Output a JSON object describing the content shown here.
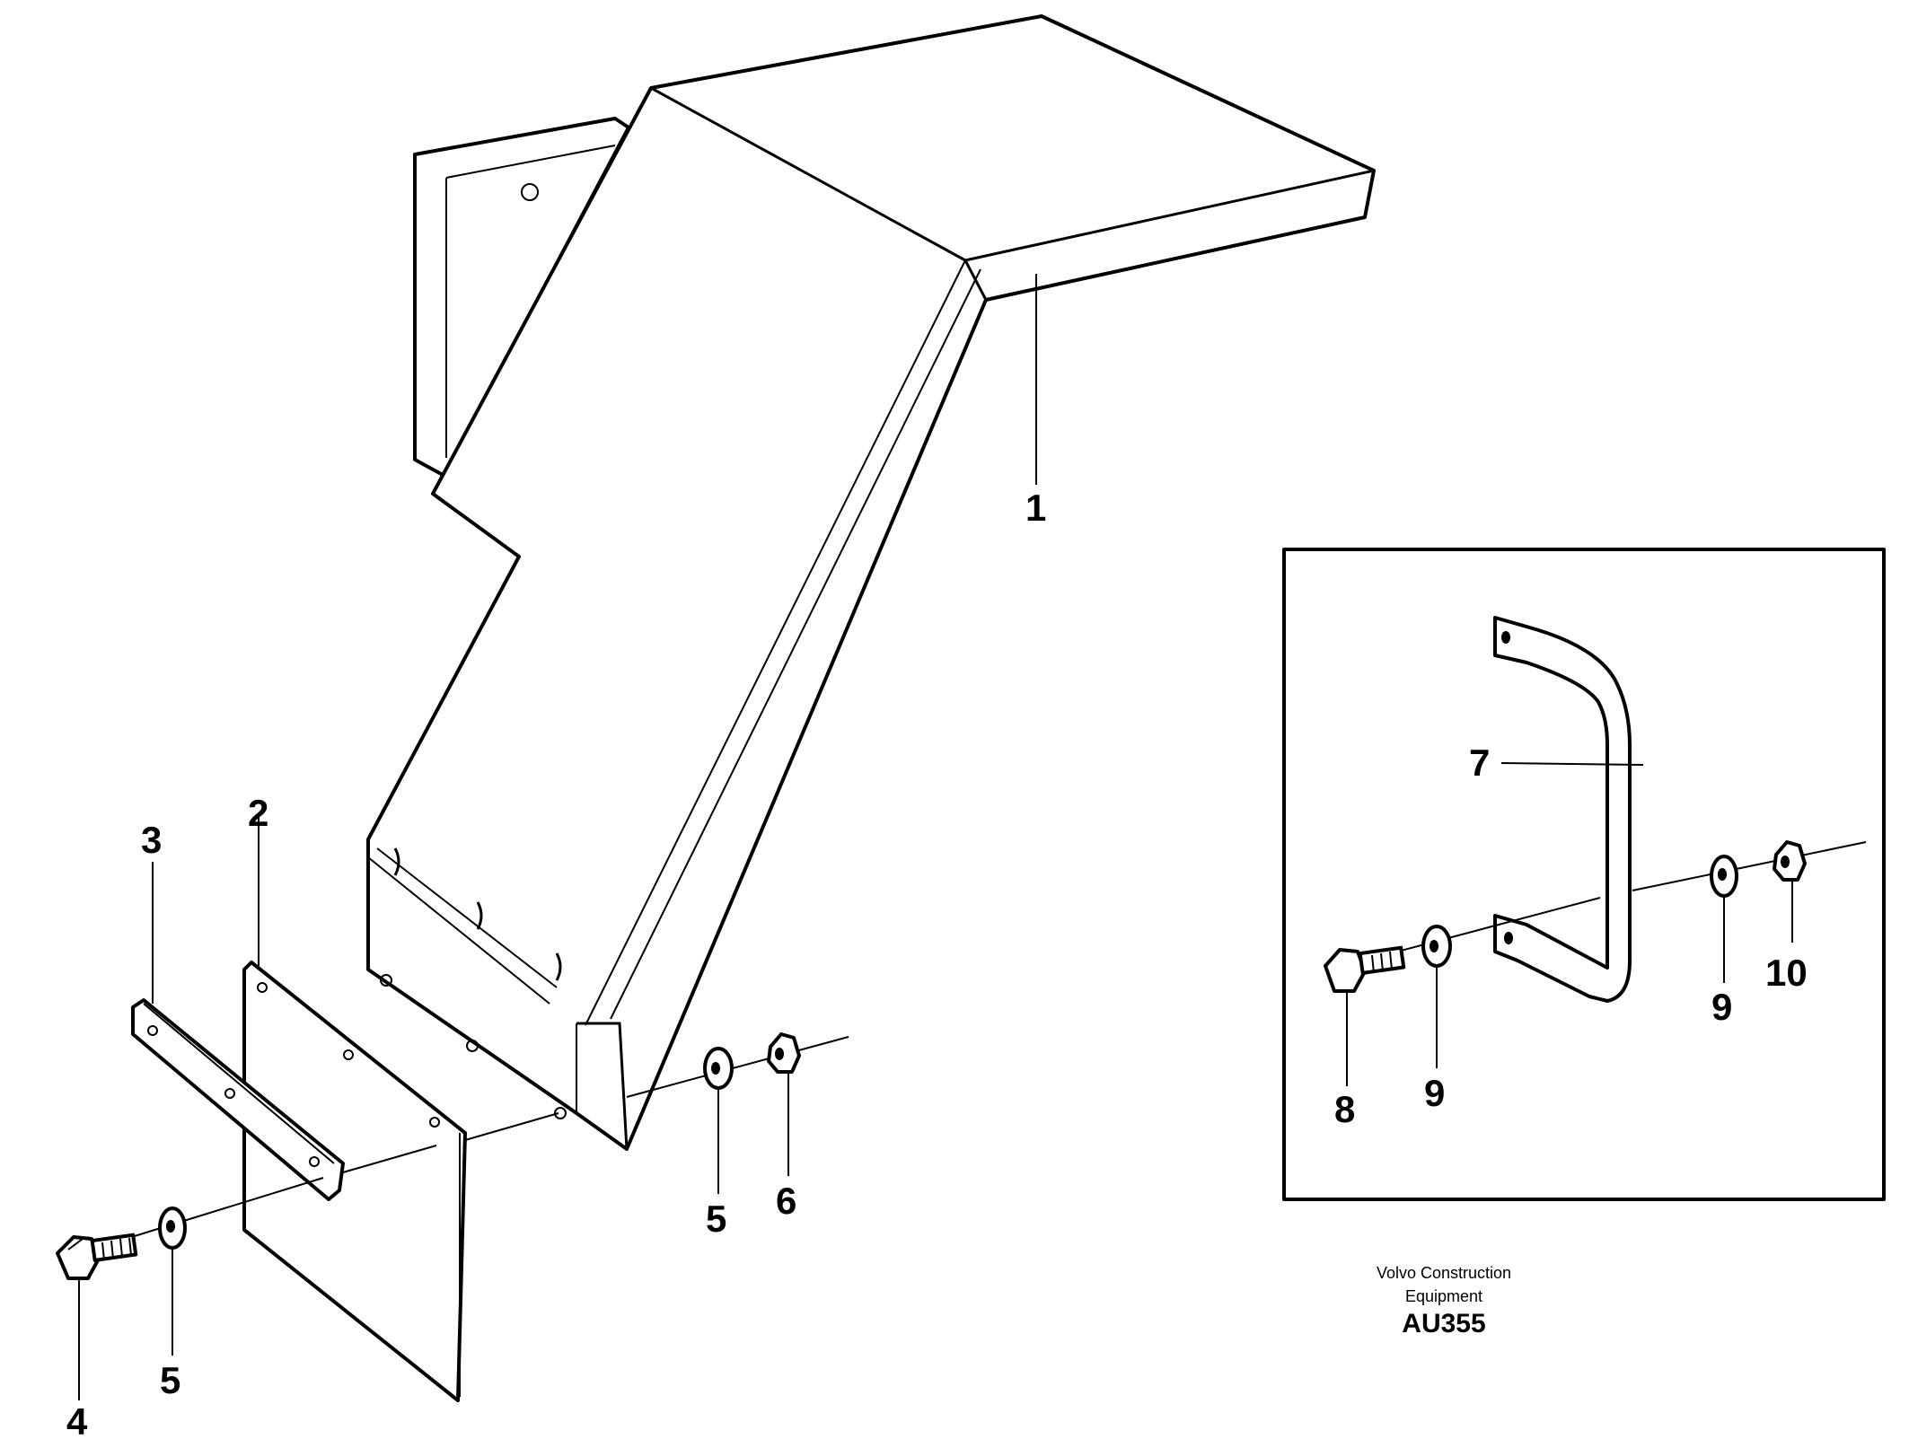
{
  "labels": {
    "fender": "1",
    "plate": "2",
    "strip": "3",
    "bolt": "4",
    "washer_left": "5",
    "washer_right": "5",
    "nut": "6",
    "handle": "7",
    "handle_bolt": "8",
    "handle_washer_left": "9",
    "handle_washer_right": "9",
    "handle_nut": "10"
  },
  "caption": {
    "line1": "Volvo Construction",
    "line2": "Equipment",
    "code": "AU355"
  },
  "colors": {
    "ink": "#000000",
    "paper": "#ffffff"
  },
  "icons": [
    "fender-part",
    "mounting-plate",
    "clamp-strip",
    "hex-bolt",
    "flat-washer",
    "hex-nut",
    "grab-handle"
  ]
}
